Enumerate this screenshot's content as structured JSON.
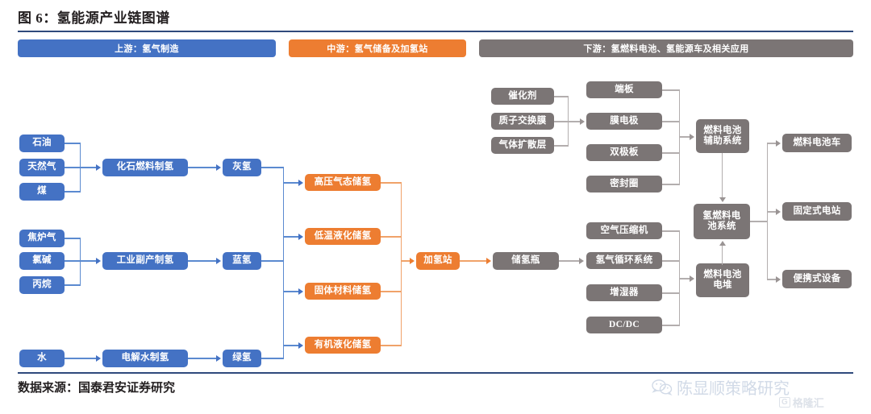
{
  "figure": {
    "title": "图 6：氢能源产业链图谱",
    "source_label": "数据来源：国泰君安证券研究"
  },
  "banners": {
    "upstream": "上游：氢气制造",
    "midstream": "中游：氢气储备及加氢站",
    "downstream": "下游：氢燃料电池、氢能源车及相关应用"
  },
  "colors": {
    "upstream_blue": "#4472C4",
    "midstream_orange": "#ED7D31",
    "downstream_gray": "#7B7575",
    "rule_navy": "#2F4A7C",
    "connector_blue": "#5B8AD0",
    "connector_orange": "#F0A269",
    "connector_gray": "#B3AEAE"
  },
  "upstream": {
    "feedstock_fossil": [
      "石油",
      "天然气",
      "煤"
    ],
    "process_fossil": "化石燃料制氢",
    "product_fossil": "灰氢",
    "feedstock_industrial": [
      "焦炉气",
      "氯碱",
      "丙烷"
    ],
    "process_industrial": "工业副产制氢",
    "product_industrial": "蓝氢",
    "feedstock_electro": [
      "水"
    ],
    "process_electro": "电解水制氢",
    "product_electro": "绿氢"
  },
  "midstream": {
    "storage": [
      "高压气态储氢",
      "低温液化储氢",
      "固体材料储氢",
      "有机液化储氢"
    ],
    "station": "加氢站"
  },
  "downstream": {
    "tank": "储氢瓶",
    "mea_inputs": [
      "催化剂",
      "质子交换膜",
      "气体扩散层"
    ],
    "stack_parts": [
      "端板",
      "膜电极",
      "双极板",
      "密封圈"
    ],
    "bop_parts": [
      "空气压缩机",
      "氢气循环系统",
      "增湿器",
      "DC/DC"
    ],
    "aux_system": "燃料电池\n辅助系统",
    "fc_system": "氢燃料电\n池系统",
    "fc_stack": "燃料电池\n电堆",
    "applications": [
      "燃料电池车",
      "固定式电站",
      "便携式设备"
    ]
  },
  "watermarks": {
    "wechat_account": "陈显顺策略研究",
    "wechat_icon": "wechat-icon",
    "platform_mark": "G",
    "platform_name": "格隆汇"
  }
}
